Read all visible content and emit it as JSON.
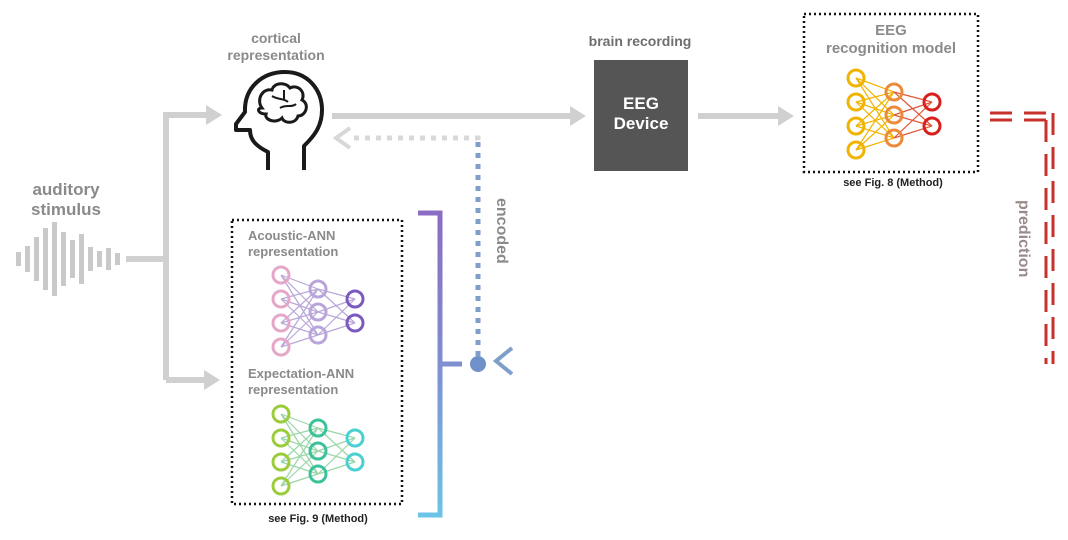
{
  "labels": {
    "stimulus": "auditory\nstimulus",
    "cortical": "cortical\nrepresentation",
    "brain_recording": "brain recording",
    "eeg_device": "EEG\nDevice",
    "eeg_model": "EEG\nrecognition model",
    "see_fig8": "see Fig. 8 (Method)",
    "acoustic": "Acoustic-ANN\nrepresentation",
    "expectation": "Expectation-ANN\nrepresentation",
    "see_fig9": "see Fig. 9 (Method)",
    "encoded": "encoded",
    "prediction": "prediction"
  },
  "colors": {
    "arrow_gray": "#d0d0d0",
    "device_fill": "#555555",
    "encoded_blue": "#7f9ec9",
    "prediction_red": "#c8302c",
    "bracket_top": "#8b6cc4",
    "bracket_bottom": "#6cc3e8"
  },
  "icons": [
    "waveform-icon",
    "brain-head-icon",
    "neural-network-icon"
  ]
}
